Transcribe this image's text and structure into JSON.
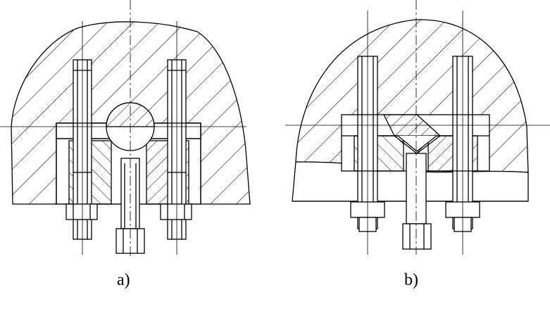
{
  "captions": {
    "a": "a)",
    "b": "b)"
  },
  "colors": {
    "ink": "#000000",
    "paper": "#ffffff"
  },
  "views": [
    {
      "id": "a",
      "description_icon": "split-clamp-with-ball-joint-icon"
    },
    {
      "id": "b",
      "description_icon": "split-clamp-with-v-block-icon"
    }
  ]
}
